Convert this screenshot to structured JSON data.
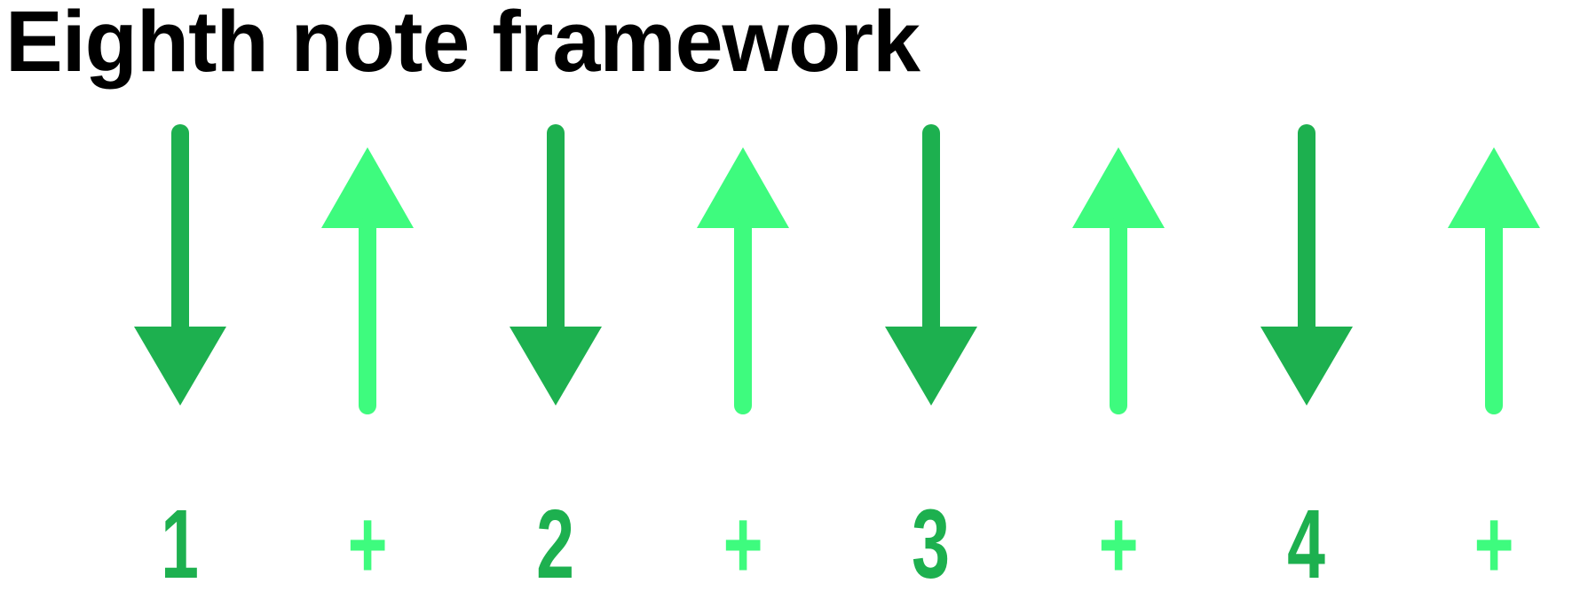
{
  "title": "Eighth note framework",
  "colors": {
    "background": "#ffffff",
    "title": "#000000",
    "down_stroke": "#1DB04F",
    "up_stroke": "#3EFB7E"
  },
  "beats": [
    {
      "label": "1",
      "direction": "down",
      "stroke": "downstroke"
    },
    {
      "label": "+",
      "direction": "up",
      "stroke": "upstroke"
    },
    {
      "label": "2",
      "direction": "down",
      "stroke": "downstroke"
    },
    {
      "label": "+",
      "direction": "up",
      "stroke": "upstroke"
    },
    {
      "label": "3",
      "direction": "down",
      "stroke": "downstroke"
    },
    {
      "label": "+",
      "direction": "up",
      "stroke": "upstroke"
    },
    {
      "label": "4",
      "direction": "down",
      "stroke": "downstroke"
    },
    {
      "label": "+",
      "direction": "up",
      "stroke": "upstroke"
    }
  ]
}
